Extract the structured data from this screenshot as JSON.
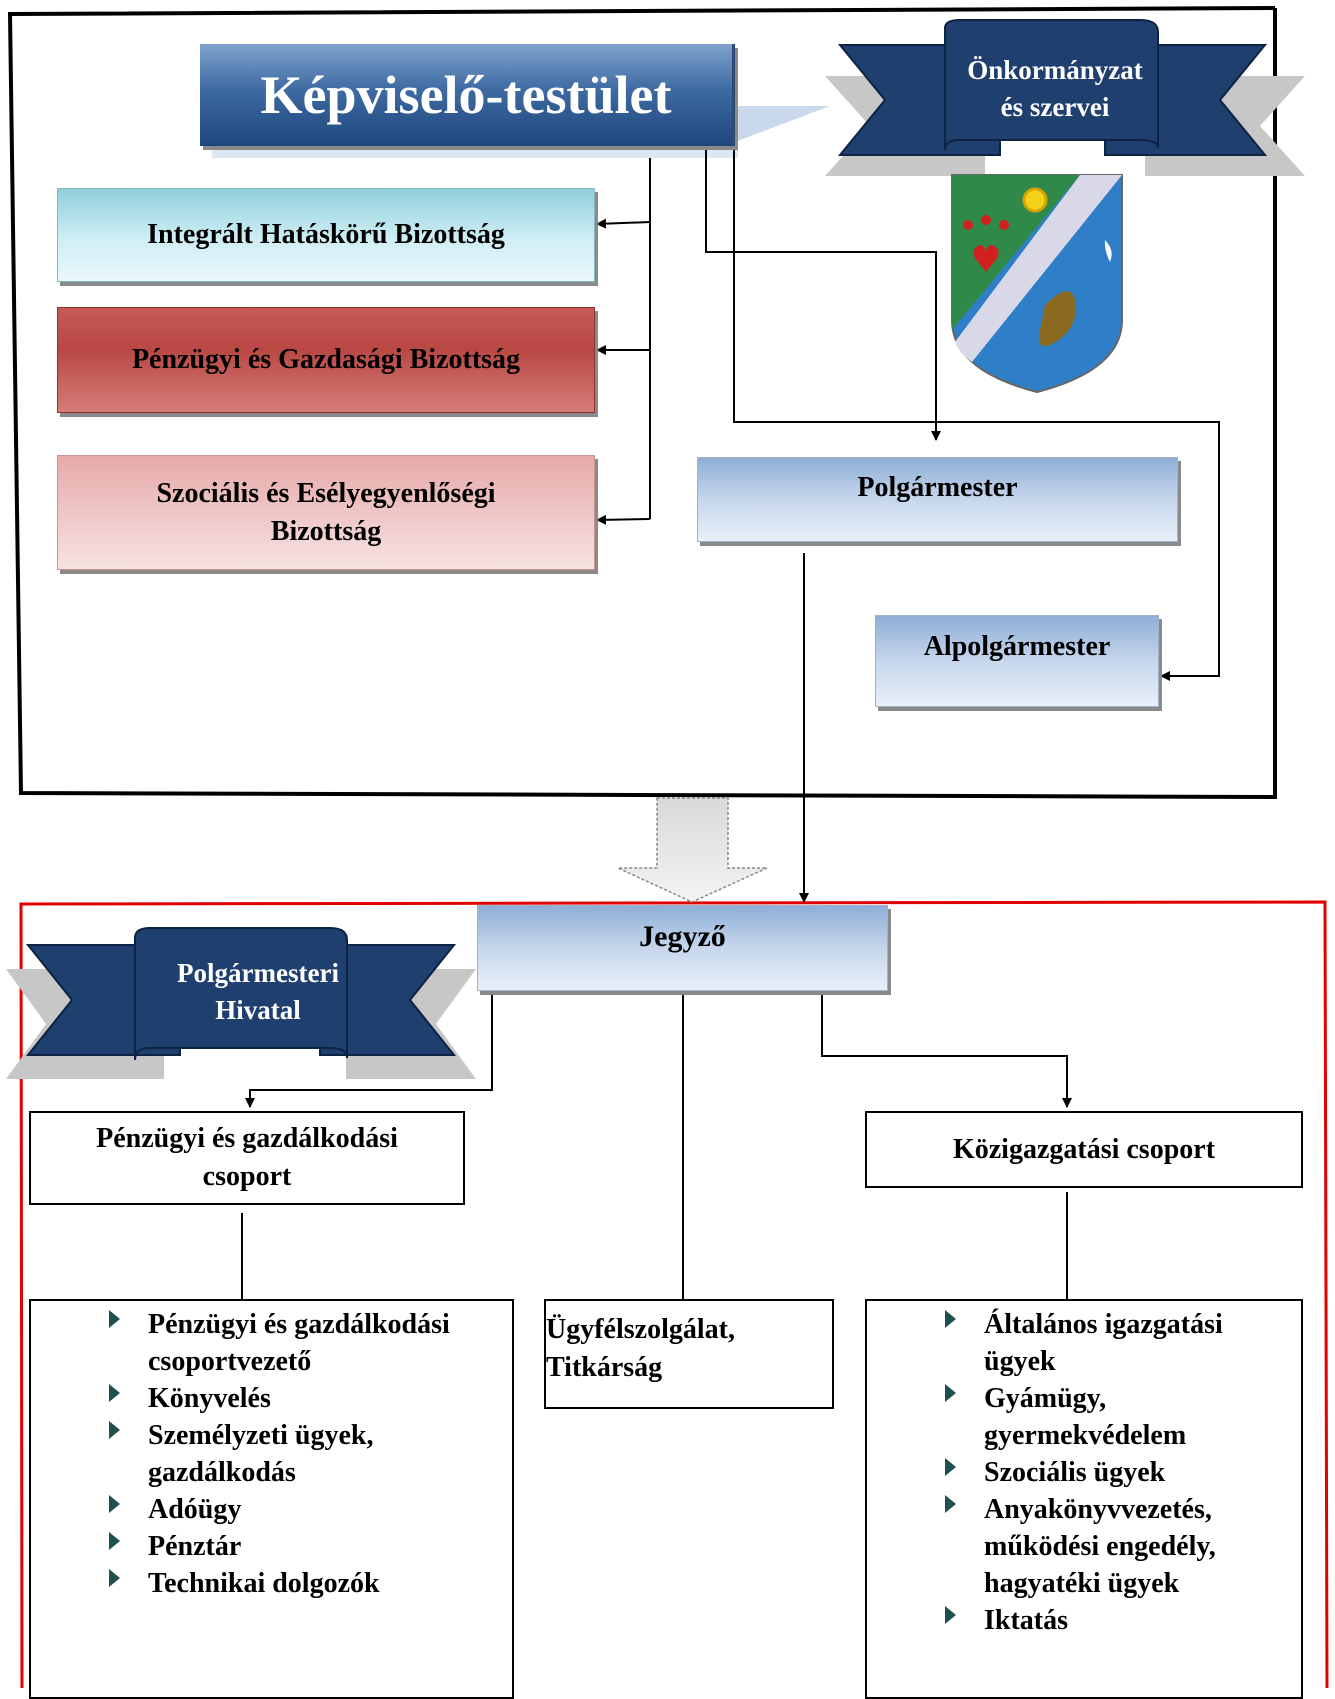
{
  "top_section": {
    "title": "Képviselő-testület",
    "ribbon_line1": "Önkormányzat",
    "ribbon_line2": "és szervei",
    "committees": [
      "Integrált Hatáskörű Bizottság",
      "Pénzügyi és Gazdasági Bizottság",
      "Szociális és Esélyegyenlőségi"
    ],
    "committee3_line2": "Bizottság",
    "polgarmester": "Polgármester",
    "alpolgarmester": "Alpolgármester"
  },
  "bottom_section": {
    "ribbon_line1": "Polgármesteri",
    "ribbon_line2": "Hivatal",
    "jegyzo": "Jegyző",
    "pg_csoport_line1": "Pénzügyi és gazdálkodási",
    "pg_csoport_line2": "csoport",
    "kozig_csoport": "Közigazgatási csoport",
    "ugyfel_line1": "Ügyfélszolgálat,",
    "ugyfel_line2": "Titkárság",
    "left_list": [
      {
        "line1": "Pénzügyi és gazdálkodási",
        "line2": "csoportvezető"
      },
      {
        "line1": "Könyvelés",
        "line2": ""
      },
      {
        "line1": "Személyzeti ügyek,",
        "line2": "gazdálkodás"
      },
      {
        "line1": "Adóügy",
        "line2": ""
      },
      {
        "line1": "Pénztár",
        "line2": ""
      },
      {
        "line1": "Technikai dolgozók",
        "line2": ""
      }
    ],
    "right_list": [
      {
        "line1": "Általános igazgatási",
        "line2": "ügyek"
      },
      {
        "line1": "Gyámügy,",
        "line2": "gyermekvédelem"
      },
      {
        "line1": "Szociális ügyek",
        "line2": ""
      },
      {
        "line1": "Anyakönyvvezetés,",
        "line2": "működési engedély,",
        "line3": "hagyatéki ügyek"
      },
      {
        "line1": "Iktatás",
        "line2": ""
      }
    ]
  },
  "colors": {
    "frame_top": "#000000",
    "frame_bottom": "#e00000",
    "ribbon": "#1f3f6f"
  },
  "icons": [
    "coat-of-arms-icon",
    "bullet-arrow-icon"
  ]
}
